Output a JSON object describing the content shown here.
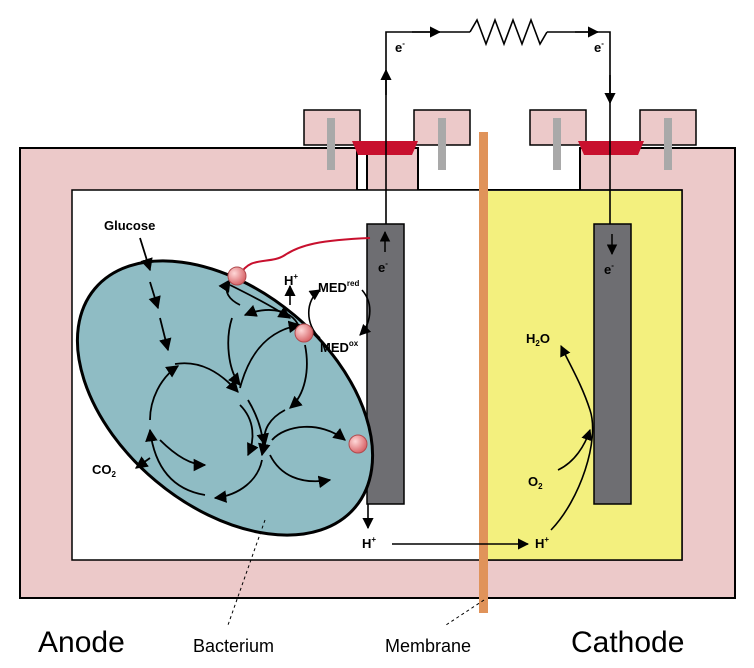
{
  "diagram": {
    "labels": {
      "anode": "Anode",
      "bacterium": "Bacterium",
      "membrane": "Membrane",
      "cathode": "Cathode",
      "glucose": "Glucose",
      "co2": "CO",
      "co2_sub": "2",
      "electron": "e",
      "electron_sup": "-",
      "proton": "H",
      "proton_sup": "+",
      "med": "MED",
      "med_red_sup": "red",
      "med_ox_sup": "ox",
      "water": "H",
      "water_sub": "2",
      "water_tail": "O",
      "oxygen": "O",
      "oxygen_sub": "2"
    },
    "colors": {
      "chamber_wall": "#ecc9c9",
      "anode_fluid": "#ffffff",
      "cathode_fluid": "#f3f07e",
      "bacterium_fill": "#8fbcc4",
      "electrode": "#6e6e72",
      "membrane": "#e0935a",
      "seal": "#c8102e",
      "clamp_bolt": "#a9a9a9",
      "mediator_wire": "#c8102e",
      "wire": "#000000"
    }
  }
}
